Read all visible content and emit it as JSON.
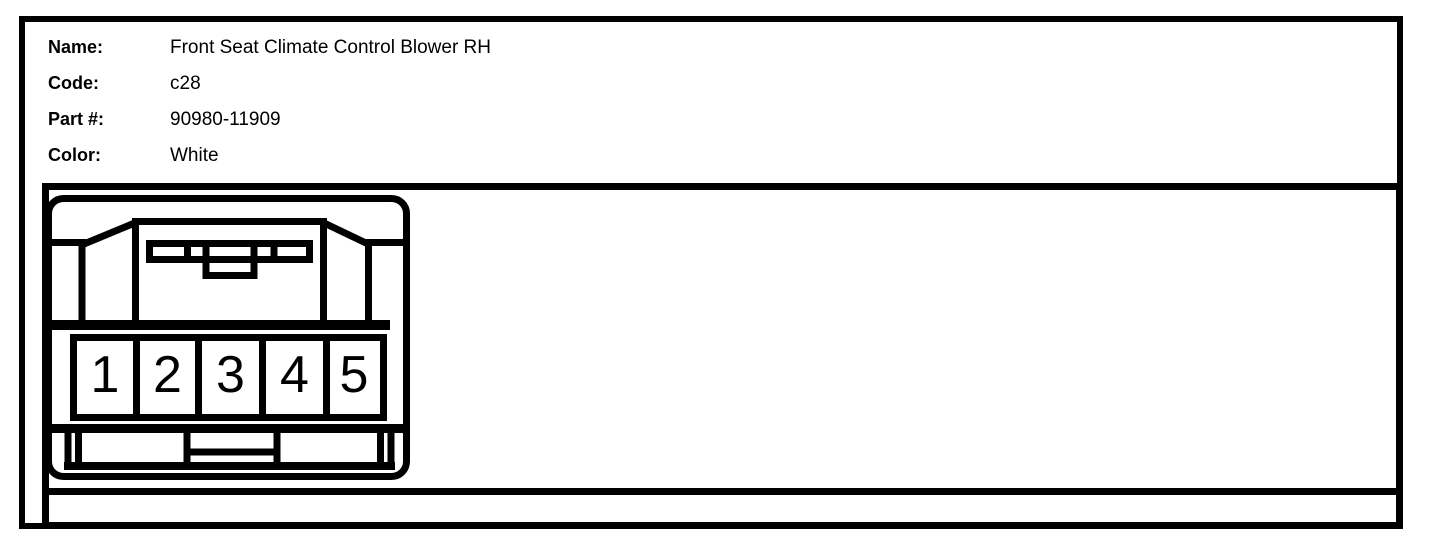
{
  "page": {
    "background_color": "#ffffff",
    "line_color": "#000000"
  },
  "info": {
    "fields": [
      {
        "label": "Name:",
        "value": "Front Seat Climate Control Blower RH"
      },
      {
        "label": "Code:",
        "value": "c28"
      },
      {
        "label": "Part #:",
        "value": "90980-11909"
      },
      {
        "label": "Color:",
        "value": "White"
      }
    ]
  },
  "connector": {
    "description": "5-pin connector, front cavity view",
    "pin_count": 5,
    "pins": [
      {
        "label": "1"
      },
      {
        "label": "2"
      },
      {
        "label": "3"
      },
      {
        "label": "4"
      },
      {
        "label": "5"
      }
    ]
  }
}
